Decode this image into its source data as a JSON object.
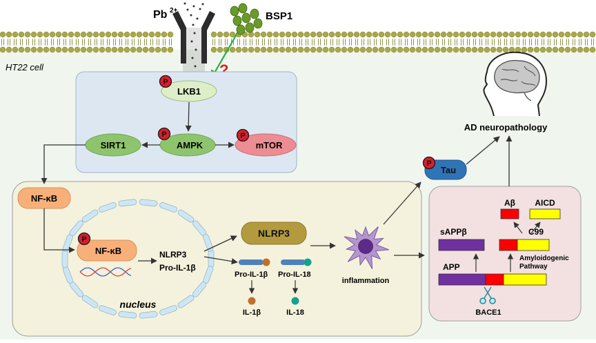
{
  "ion_label": "Pb",
  "ion_charge": "2+",
  "compound_label": "BSP1",
  "unknown_mark": "?",
  "cell_label": "HT22 cell",
  "phospho_mark": "P",
  "nodes": {
    "lkb1": "LKB1",
    "ampk": "AMPK",
    "sirt1": "SIRT1",
    "mtor": "mTOR",
    "nfkb_cyto": "NF-κB",
    "nfkb_nucleus": "NF-κB",
    "nlrp3": "NLRP3",
    "tau": "Tau"
  },
  "nucleus": {
    "label": "nucleus",
    "gene_line1": "NLRP3",
    "gene_line2": "Pro-IL-1β"
  },
  "cytokines": {
    "pro_il1b": "Pro-IL-1β",
    "pro_il18": "Pro-IL-18",
    "il1b": "IL-1β",
    "il18": "IL-18"
  },
  "inflammation_label": "inflammation",
  "ad_label": "AD neuropathology",
  "amyloid": {
    "abeta": "Aβ",
    "aicd": "AICD",
    "sappb": "sAPPβ",
    "c99": "C99",
    "app": "APP",
    "pathway_line1": "Amyloidogenic",
    "pathway_line2": "Pathway",
    "enzyme": "BACE1"
  },
  "colors": {
    "membrane_head": "#a9a94a",
    "cell_bg": "#f0f5ee",
    "kinase_box": "#dde7f2",
    "lower_box": "#f4f2dc",
    "amyloid_box": "#f3e1e1",
    "green_node": "#8fc46e",
    "pink_node": "#ec8d93",
    "orange_node": "#f7b07a",
    "nlrp3": "#b39a3e",
    "tau": "#2f74b5",
    "purple": "#7030a0",
    "red": "#ff0000",
    "yellow": "#ffff00",
    "arrow_green": "#20b040"
  }
}
